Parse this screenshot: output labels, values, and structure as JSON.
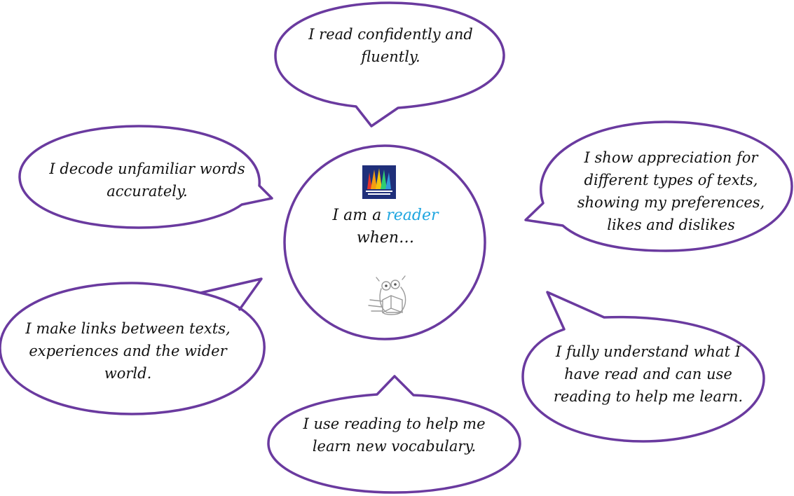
{
  "center": {
    "line1_prefix": "I am a ",
    "line1_highlight": "reader",
    "line2": "when…",
    "highlight_color": "#1fa6e0"
  },
  "bubbles": [
    {
      "id": "top",
      "line1": "I read confidently and",
      "line2": "fluently."
    },
    {
      "id": "left-top",
      "line1": "I decode unfamiliar words",
      "line2": "accurately."
    },
    {
      "id": "right-top",
      "line1": "I show appreciation for",
      "line2": "different types of texts,",
      "line3": "showing my preferences,",
      "line4": "likes and dislikes"
    },
    {
      "id": "left-bottom",
      "line1": "I make links between texts,",
      "line2": "experiences and the wider",
      "line3": "world."
    },
    {
      "id": "right-bottom",
      "line1": "I fully understand what I",
      "line2": "have read and can use",
      "line3": "reading to help me learn."
    },
    {
      "id": "bottom",
      "line1": "I use reading to help me",
      "line2": "learn new vocabulary."
    }
  ],
  "colors": {
    "outline": "#6a3a9f",
    "logo_bg": "#1f2f7a",
    "text": "#111111"
  },
  "icons": {
    "logo": "school-crest-icon",
    "mascot": "owl-reading-book-icon"
  }
}
